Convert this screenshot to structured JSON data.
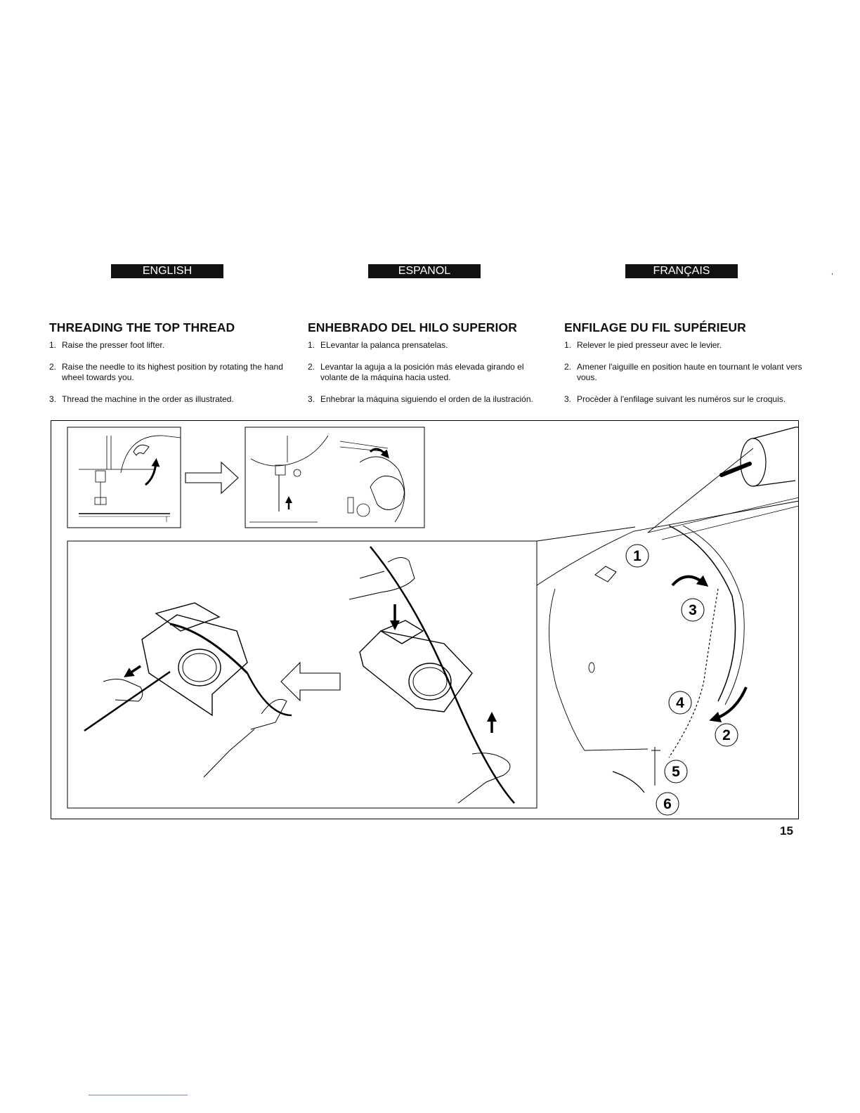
{
  "languages": [
    {
      "tab": "ENGLISH",
      "heading": "THREADING THE TOP THREAD",
      "steps": [
        {
          "num": "1.",
          "text": "Raise the presser foot lifter."
        },
        {
          "num": "2.",
          "text": "Raise the needle to its highest position by rotating the hand wheel towards you."
        },
        {
          "num": "3.",
          "text": "Thread the machine in the order as illustrated."
        }
      ]
    },
    {
      "tab": "ESPANOL",
      "heading": "ENHEBRADO DEL HILO SUPERIOR",
      "steps": [
        {
          "num": "1.",
          "text": "ELevantar la palanca prensatelas."
        },
        {
          "num": "2.",
          "text": "Levantar la aguja a la posición más elevada girando el volante de la máquina hacia usted."
        },
        {
          "num": "3.",
          "text": "Enhebrar la máquina siguiendo el orden de la ilustración."
        }
      ]
    },
    {
      "tab": "FRANÇAIS",
      "heading": "ENFILAGE DU FIL SUPÉRIEUR",
      "steps": [
        {
          "num": "1.",
          "text": "Relever le pied presseur avec le levier."
        },
        {
          "num": "2.",
          "text": "Amener l'aiguille en position haute en tournant le volant vers vous."
        },
        {
          "num": "3.",
          "text": "Procèder à l'enfilage suivant les numéros sur le croquis."
        }
      ]
    }
  ],
  "figure": {
    "callouts": [
      "1",
      "2",
      "3",
      "4",
      "5",
      "6"
    ]
  },
  "page_number": "15",
  "stray_mark": ","
}
